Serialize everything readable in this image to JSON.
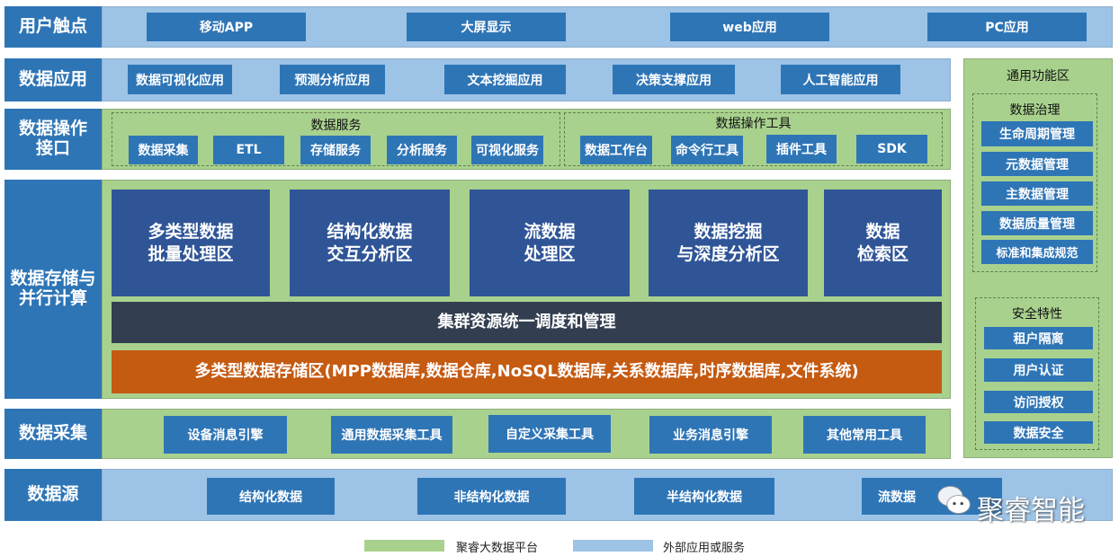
{
  "rows": {
    "touch": {
      "label": "用户触点",
      "items": [
        "移动APP",
        "大屏显示",
        "web应用",
        "PC应用"
      ]
    },
    "apps": {
      "label": "数据应用",
      "items": [
        "数据可视化应用",
        "预测分析应用",
        "文本挖掘应用",
        "决策支撑应用",
        "人工智能应用"
      ]
    },
    "ops": {
      "label": "数据操作接口",
      "services_title": "数据服务",
      "services": [
        "数据采集",
        "ETL",
        "存储服务",
        "分析服务",
        "可视化服务"
      ],
      "tools_title": "数据操作工具",
      "tools": [
        "数据工作台",
        "命令行工具",
        "插件工具",
        "SDK"
      ]
    },
    "storage": {
      "label": "数据存储与并行计算",
      "zones": [
        "多类型数据\n批量处理区",
        "结构化数据\n交互分析区",
        "流数据\n处理区",
        "数据挖掘\n与深度分析区",
        "数据\n检索区"
      ],
      "cluster": "集群资源统一调度和管理",
      "store": "多类型数据存储区(MPP数据库,数据仓库,NoSQL数据库,关系数据库,时序数据库,文件系统)"
    },
    "collect": {
      "label": "数据采集",
      "items": [
        "设备消息引擎",
        "通用数据采集工具",
        "自定义采集工具",
        "业务消息引擎",
        "其他常用工具"
      ]
    },
    "source": {
      "label": "数据源",
      "items": [
        "结构化数据",
        "非结构化数据",
        "半结构化数据",
        "流数据"
      ]
    }
  },
  "side": {
    "title": "通用功能区",
    "gov_title": "数据治理",
    "gov": [
      "生命周期管理",
      "元数据管理",
      "主数据管理",
      "数据质量管理",
      "标准和集成规范"
    ],
    "sec_title": "安全特性",
    "sec": [
      "租户隔离",
      "用户认证",
      "访问授权",
      "数据安全"
    ]
  },
  "legend": {
    "green": "聚睿大数据平台",
    "blue": "外部应用或服务",
    "green_color": "#a9d18e",
    "blue_color": "#9dc3e6"
  },
  "watermark": "聚睿智能"
}
